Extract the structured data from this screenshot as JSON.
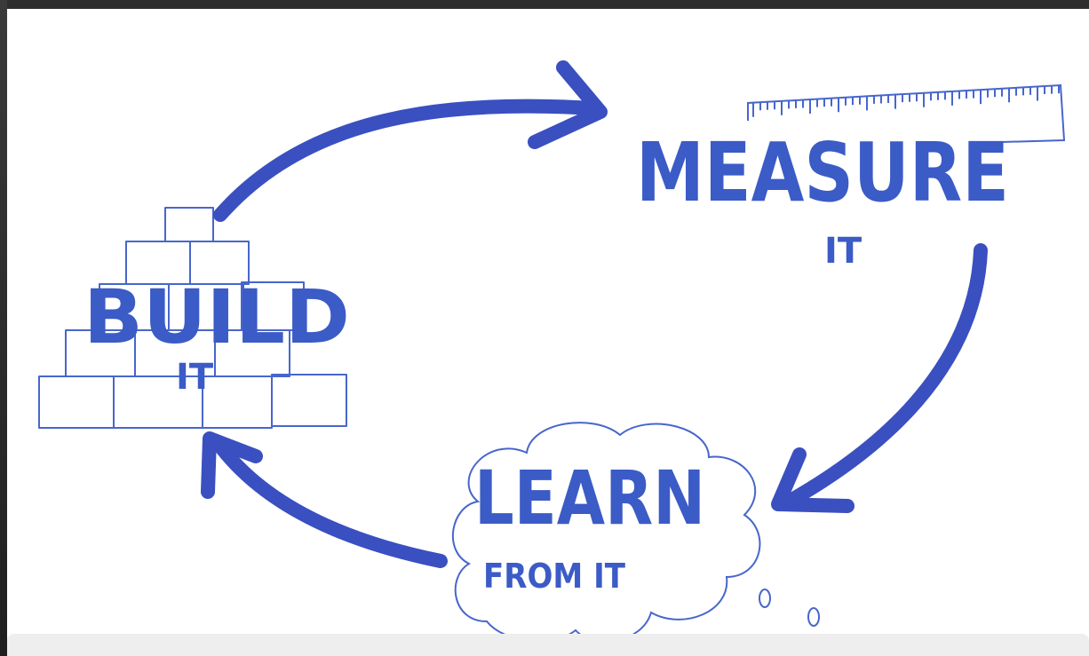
{
  "colors": {
    "ink": "#3b5bc6",
    "arrow": "#3a4fc0",
    "sketch": "#4766cc",
    "paper": "#ffffff",
    "frame": "#2b2b2b",
    "bottom_bar": "#eeeeee"
  },
  "stages": [
    {
      "title": "BUILD",
      "subtitle": "IT",
      "icon": "brick-wall-icon"
    },
    {
      "title": "MEASURE",
      "subtitle": "IT",
      "icon": "ruler-icon"
    },
    {
      "title": "LEARN",
      "subtitle": "FROM IT",
      "icon": "thought-cloud-icon"
    }
  ],
  "arrows": [
    {
      "from": "BUILD",
      "to": "MEASURE"
    },
    {
      "from": "MEASURE",
      "to": "LEARN"
    },
    {
      "from": "LEARN",
      "to": "BUILD"
    }
  ]
}
